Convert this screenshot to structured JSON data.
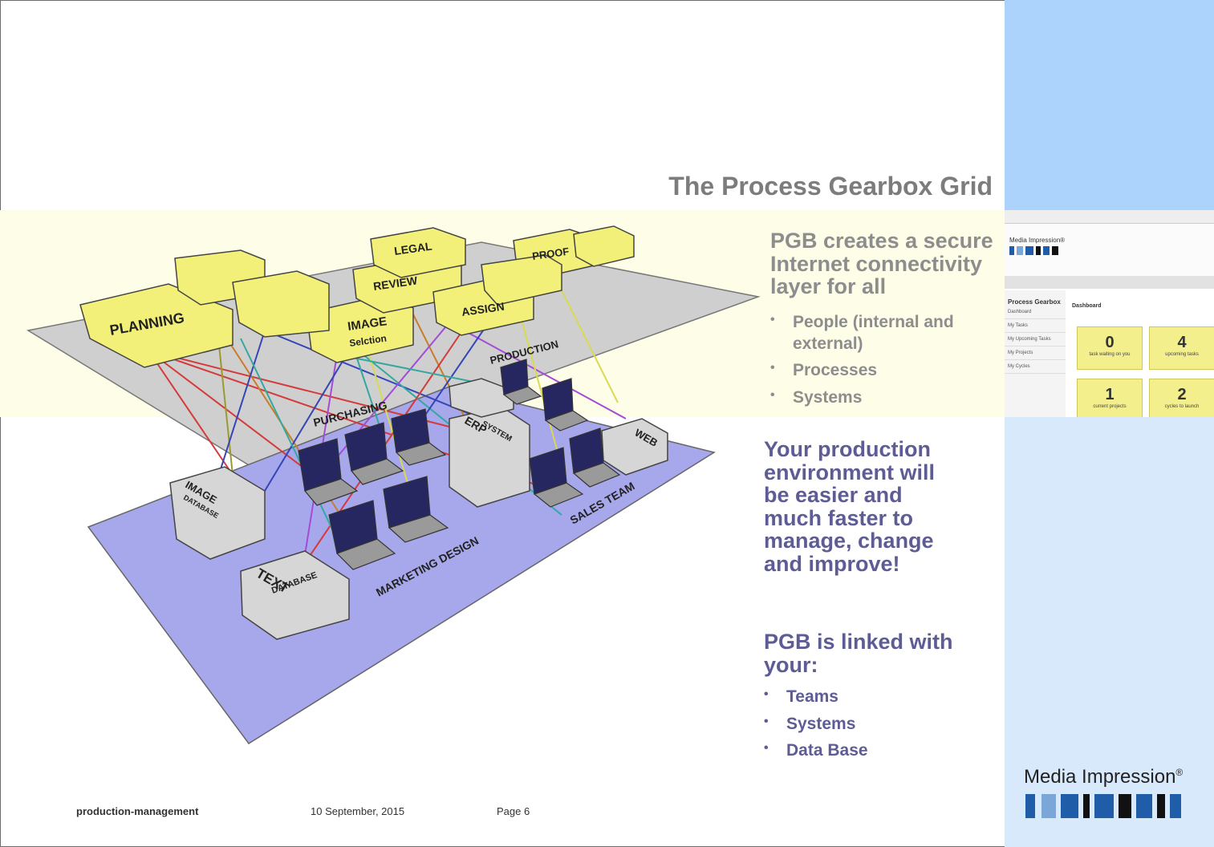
{
  "slide": {
    "title": "The Process Gearbox Grid",
    "intro": "PGB creates a secure Internet connectivity layer for all",
    "intro_bullets": [
      "People (internal and external)",
      "Processes",
      "Systems"
    ],
    "claim": "Your production environment will be easier and much faster to manage, change and improve!",
    "linked_heading": "PGB is linked with your:",
    "linked_bullets": [
      "Teams",
      "Systems",
      "Data Base"
    ]
  },
  "diagram": {
    "process_boxes": [
      "PLANNING",
      "LEGAL",
      "REVIEW",
      "PROOF",
      "IMAGE",
      "Selction",
      "ASSIGN"
    ],
    "zone_labels": [
      "PRODUCTION",
      "PURCHASING",
      "MARKETING DESIGN",
      "SALES TEAM"
    ],
    "servers": [
      "IMAGE",
      "DATABASE",
      "TEXT",
      "DATABASE",
      "ERP",
      "SYSTEM",
      "WEB"
    ]
  },
  "thumbnail": {
    "brand": "Media Impression®",
    "sidebar_title": "Process Gearbox",
    "sidebar_items": [
      "Dashboard",
      "My Tasks",
      "My Upcoming Tasks",
      "My Projects",
      "My Cycles"
    ],
    "panel_title": "Dashboard",
    "tiles": [
      {
        "value": "0",
        "label": "task waiting on you"
      },
      {
        "value": "4",
        "label": "upcoming tasks"
      },
      {
        "value": "1",
        "label": "current projects"
      },
      {
        "value": "2",
        "label": "cycles to launch"
      }
    ]
  },
  "footer": {
    "doc_name": "production-management",
    "date": "10 September, 2015",
    "page": "Page 6"
  },
  "logo": {
    "name": "Media Impression",
    "reg_mark": "®"
  },
  "colors": {
    "band": "#fefde7",
    "right_panel_top": "#acd3fb",
    "right_panel_bottom": "#d8e9fb",
    "title_grey": "#7c7c7c",
    "text_purple": "#5e5c95",
    "box_yellow": "#f3f07a",
    "floor_purple": "#a7a7eb",
    "floor_grey": "#cfcfcf"
  }
}
